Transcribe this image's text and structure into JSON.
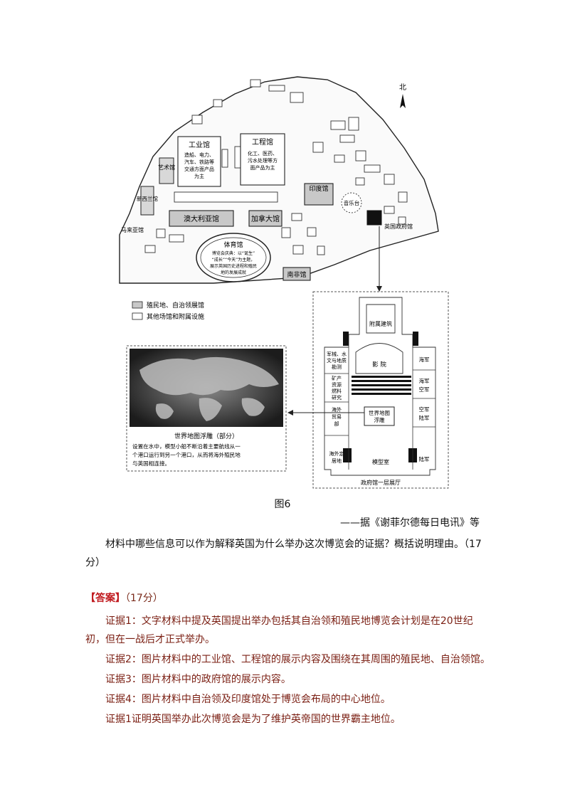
{
  "map": {
    "north": "北",
    "halls": {
      "industry": {
        "name": "工业馆",
        "desc_lines": [
          "造船、电力、",
          "汽车、铁路等",
          "交通方面产品",
          "为主"
        ]
      },
      "engineering": {
        "name": "工程馆",
        "desc_lines": [
          "化工、医药、",
          "污水处理等方",
          "面产品为主"
        ]
      },
      "art": "艺术馆",
      "new_zealand": "新西兰馆",
      "malaysia": "马来亚馆",
      "australia": "澳大利亚馆",
      "canada": "加拿大馆",
      "india": "印度馆",
      "music": "音乐台",
      "british_gov": "英国政府馆",
      "south_africa": "南非馆",
      "stadium": {
        "name": "体育馆",
        "desc_lines": [
          "博览会庆典：以“诞生”",
          "“成长”“今天”为主题，",
          "展示英国历史进程和殖民",
          "地的发展成就"
        ]
      }
    },
    "legend": {
      "colony": "殖民地、自治领展馆",
      "other": "其他场馆和附属设施"
    }
  },
  "floorplan": {
    "title": "政府馆一层展厅",
    "rooms": {
      "annex": "附属建筑",
      "cinema": "影  院",
      "left_top": [
        "军械、水",
        "文与地质",
        "勘测"
      ],
      "left_mid": [
        "矿产",
        "资源",
        "燃料",
        "研究"
      ],
      "trade": [
        "海外",
        "贸易",
        "部"
      ],
      "settle": [
        "海外定",
        "居地"
      ],
      "world_map": [
        "世界地图",
        "浮雕"
      ],
      "model": "模型室",
      "navy": "海军",
      "navy_air": [
        "海军",
        "空军"
      ],
      "air_army": [
        "空军",
        "陆军"
      ],
      "army": "陆军"
    }
  },
  "photo": {
    "caption_title": "世界地图浮雕（部分）",
    "caption_lines": [
      "设置在水中，模型小船不断沿着主要航线从一",
      "个港口运行到另一个港口，从而将海外殖民地",
      "与英国相连接。"
    ]
  },
  "figure_label": "图6",
  "source": "——据《谢菲尔德每日电讯》等",
  "question": "材料中哪些信息可以作为解释英国为什么举办这次博览会的证据？概括说明理由。（17分）",
  "answer": {
    "tag": "【答案】",
    "score": "（17分）",
    "evidence": [
      "证据1：文字材料中提及英国提出举办包括其自治领和殖民地博览会计划是在20世纪初，但在一战后才正式举办。",
      "证据2：图片材料中的工业馆、工程馆的展示内容及围绕在其周围的殖民地、自治领馆。",
      "证据3：图片材料中的政府馆的展示内容。",
      "证据4：图片材料中自治领及印度馆处于博览会布局的中心地位。",
      "证据1证明英国举办此次博览会是为了维护英帝国的世界霸主地位。"
    ]
  }
}
